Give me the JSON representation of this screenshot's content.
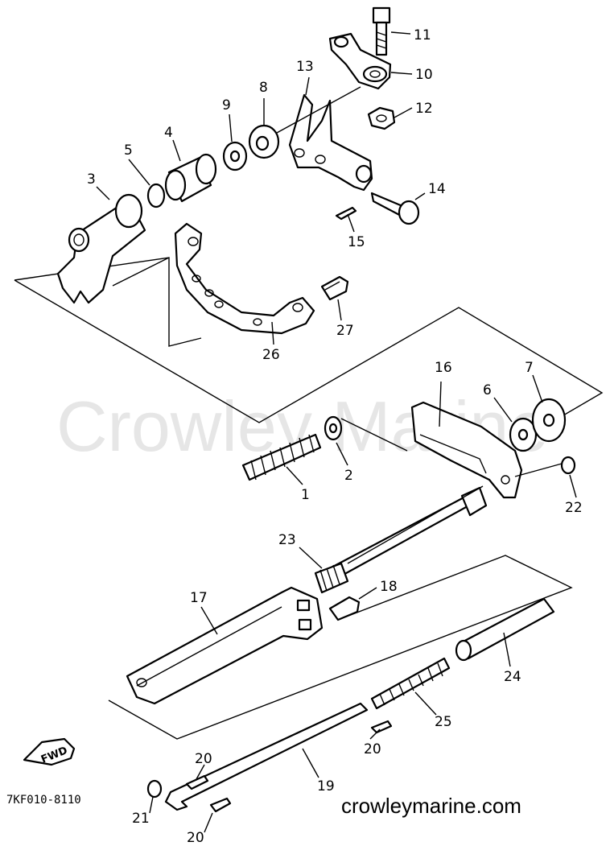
{
  "watermark": "Crowley Marine",
  "site": "crowleymarine.com",
  "drawing_code": "7KF010-8110",
  "fwd_label": "FWD",
  "callouts": {
    "c1": "1",
    "c2": "2",
    "c3": "3",
    "c4": "4",
    "c5": "5",
    "c6": "6",
    "c7": "7",
    "c8": "8",
    "c9": "9",
    "c10": "10",
    "c11": "11",
    "c12": "12",
    "c13": "13",
    "c14": "14",
    "c15": "15",
    "c16": "16",
    "c17": "17",
    "c18": "18",
    "c20a": "20",
    "c20b": "20",
    "c20c": "20",
    "c19": "19",
    "c21": "21",
    "c22": "22",
    "c23": "23",
    "c24": "24",
    "c25": "25",
    "c26": "26",
    "c27": "27"
  }
}
